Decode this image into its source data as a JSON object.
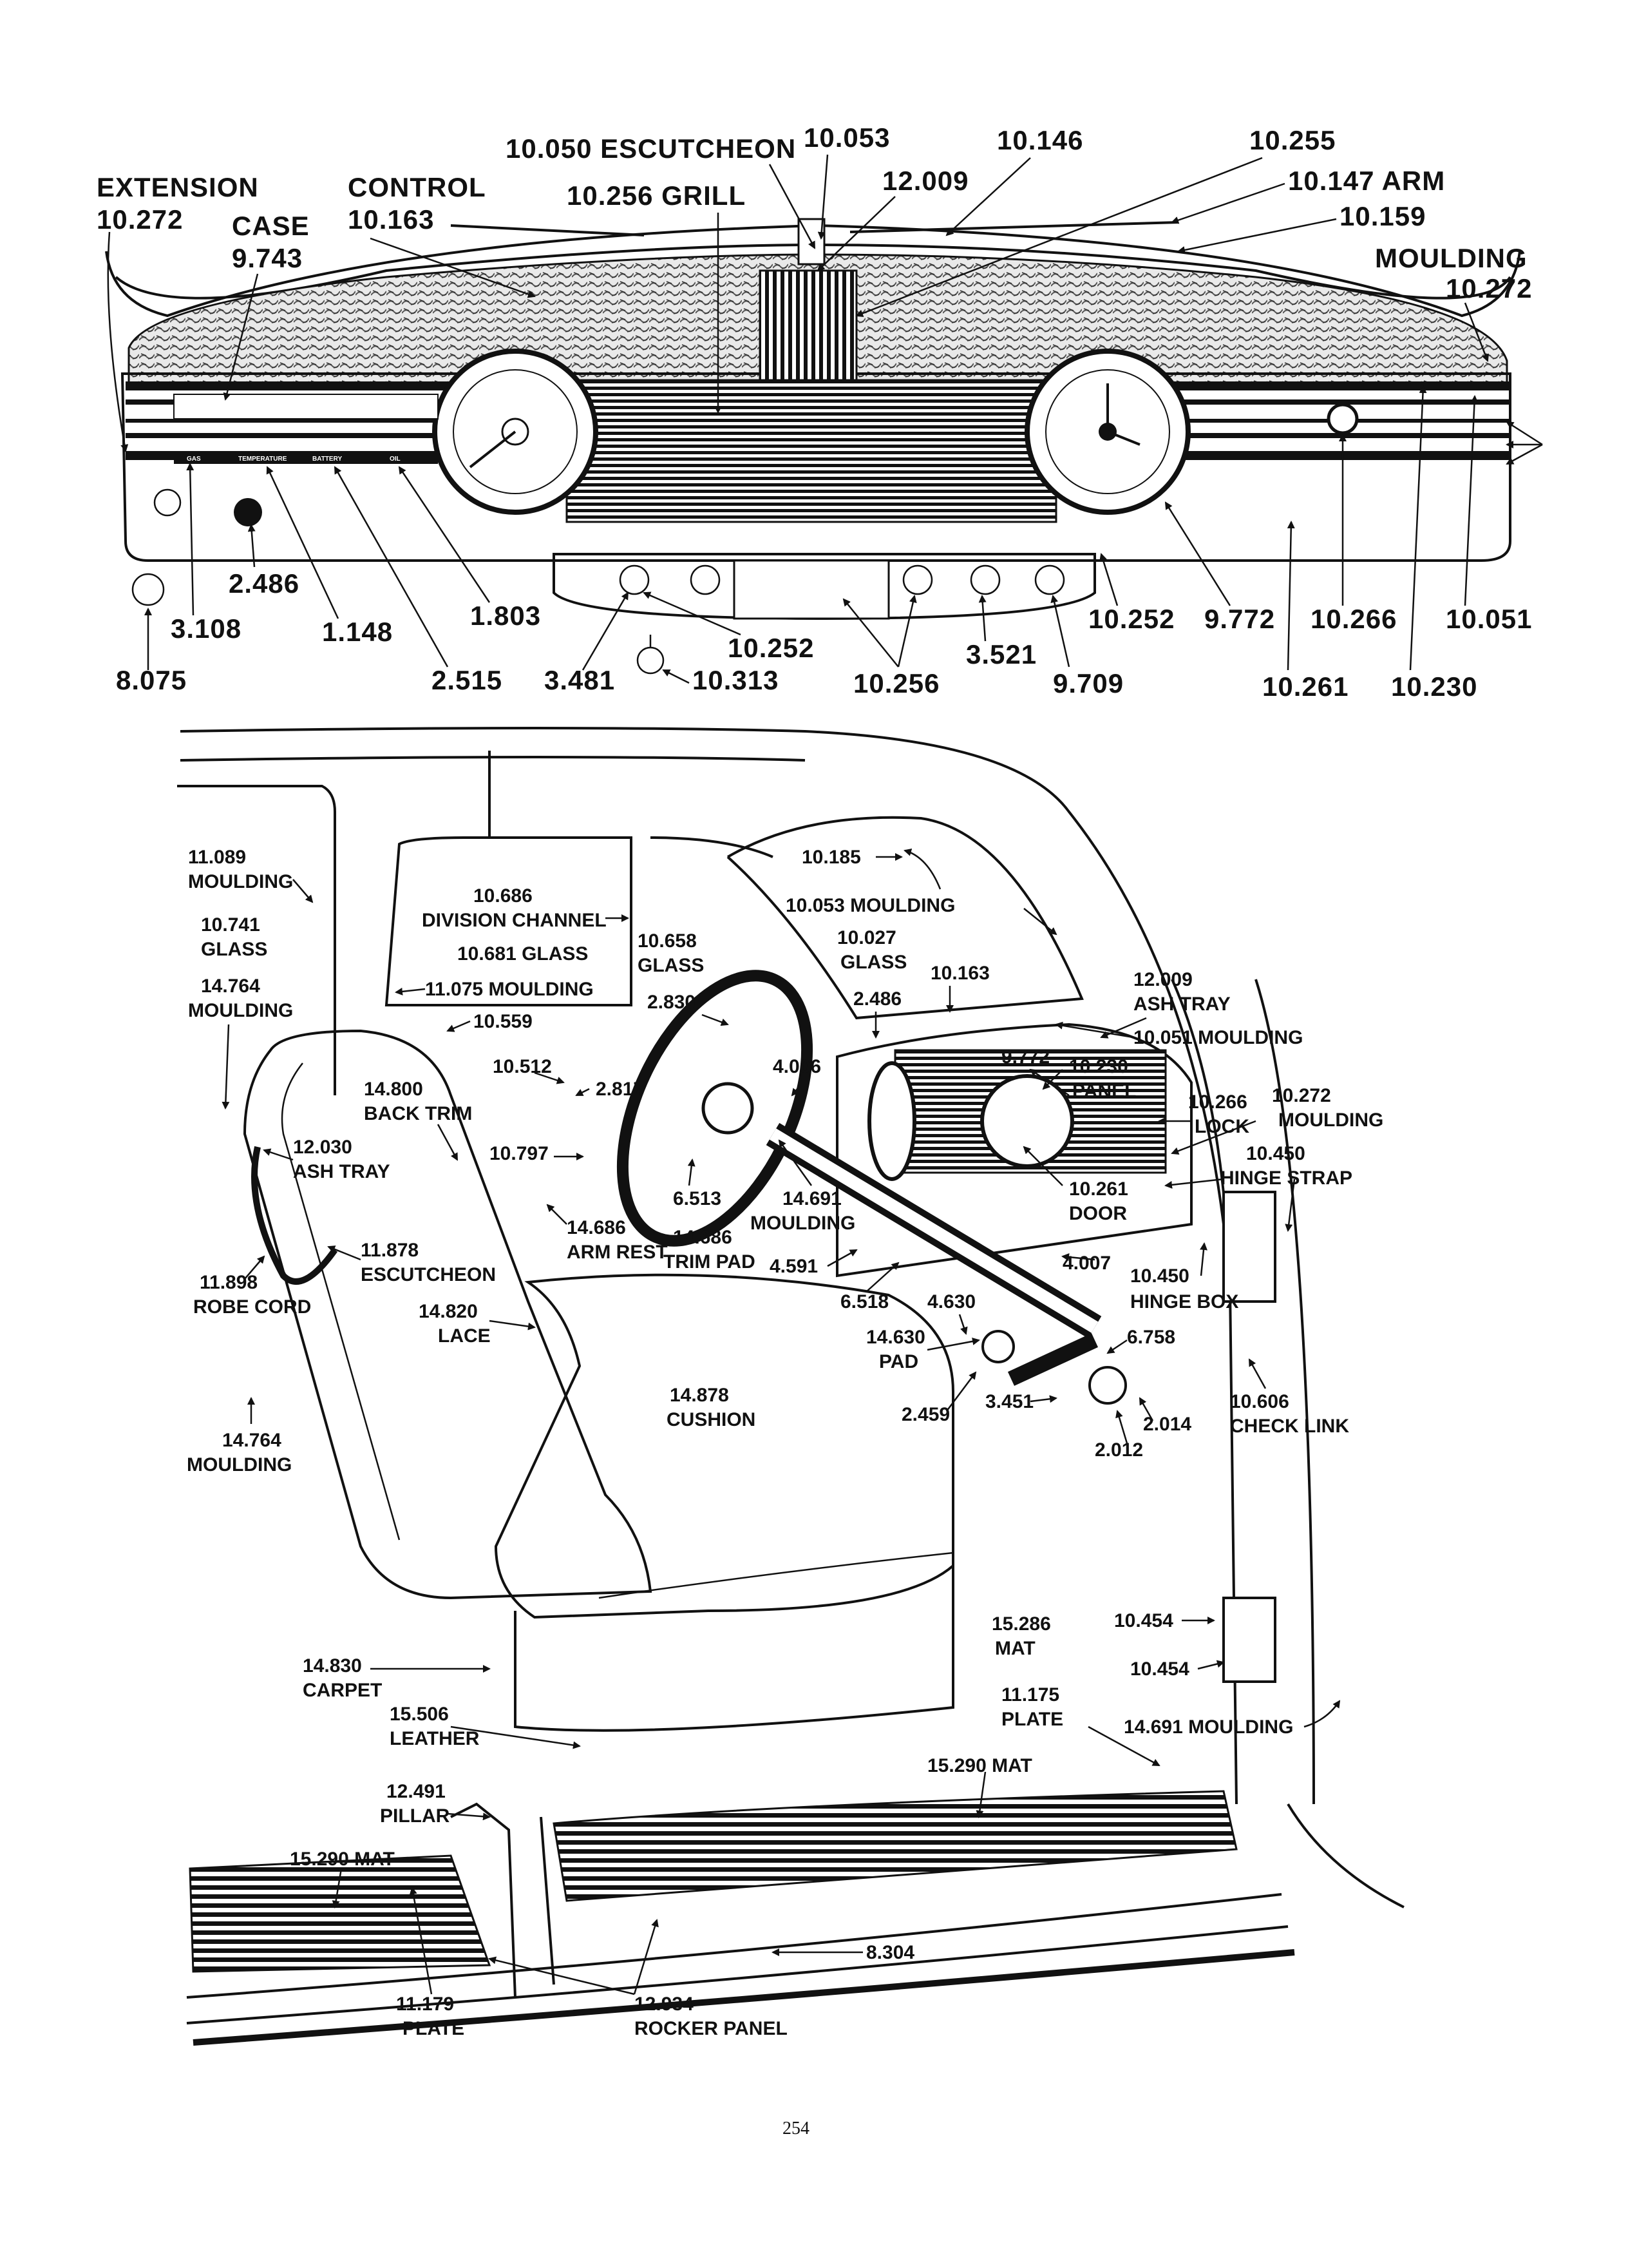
{
  "page_number": "254",
  "dash_callouts": {
    "escutcheon_10050": "10.050 ESCUTCHEON",
    "p10053_top": "10.053",
    "p10146": "10.146",
    "p10255": "10.255",
    "extension_word": "EXTENSION",
    "extension_num": "10.272",
    "control_word": "CONTROL",
    "control_num": "10.163",
    "grill": "10.256 GRILL",
    "p12009_top": "12.009",
    "arm": "10.147 ARM",
    "p10159": "10.159",
    "case_word": "CASE",
    "case_num": "9.743",
    "moulding_word": "MOULDING",
    "moulding_num": "10.272",
    "p2486": "2.486",
    "p3108": "3.108",
    "p1148": "1.148",
    "p1803": "1.803",
    "p2515": "2.515",
    "p3481": "3.481",
    "p10252a": "10.252",
    "p10313": "10.313",
    "p10256": "10.256",
    "p3521": "3.521",
    "p9709": "9.709",
    "p10252b": "10.252",
    "p9772": "9.772",
    "p10266": "10.266",
    "p10051": "10.051",
    "p10261": "10.261",
    "p10230": "10.230",
    "p8075": "8.075"
  },
  "gauge_labels": {
    "gas": "GAS",
    "temperature": "TEMPERATURE",
    "battery": "BATTERY",
    "oil": "OIL"
  },
  "body_callouts": {
    "c11089": "11.089",
    "c11089_t": "MOULDING",
    "c10741": "10.741",
    "c10741_t": "GLASS",
    "c14764a": "14.764",
    "c14764a_t": "MOULDING",
    "c10686": "10.686",
    "c10686_t": "DIVISION CHANNEL",
    "c10681": "10.681 GLASS",
    "c10658": "10.658",
    "c10658_t": "GLASS",
    "c11075": "11.075 MOULDING",
    "c10559": "10.559",
    "c2830": "2.830",
    "c10185": "10.185",
    "c10053": "10.053 MOULDING",
    "c10027": "10.027",
    "c10027_t": "GLASS",
    "c10163": "10.163",
    "c2486": "2.486",
    "c12009": "12.009",
    "c12009_t": "ASH TRAY",
    "c10051": "10.051 MOULDING",
    "c9772": "9.772",
    "c10230": "10.230",
    "c10230_t": "PANEL",
    "c10266": "10.266",
    "c10266_t": "LOCK",
    "c10272": "10.272",
    "c10272_t": "MOULDING",
    "c10450a": "10.450",
    "c10450a_t": "HINGE STRAP",
    "c10512": "10.512",
    "c2817": "2.817",
    "c4006": "4.006",
    "c14800": "14.800",
    "c14800_t": "BACK TRIM",
    "c12030": "12.030",
    "c12030_t": "ASH TRAY",
    "c10797": "10.797",
    "c6513": "6.513",
    "c14691a": "14.691",
    "c14691a_t": "MOULDING",
    "c10261": "10.261",
    "c10261_t": "DOOR",
    "c14686a": "14.686",
    "c14686a_t": "ARM REST",
    "c14686b": "14.686",
    "c14686b_t": "TRIM PAD",
    "c11878": "11.878",
    "c11878_t": "ESCUTCHEON",
    "c11898": "11.898",
    "c11898_t": "ROBE CORD",
    "c4591": "4.591",
    "c6518": "6.518",
    "c4007": "4.007",
    "c10450b": "10.450",
    "c10450b_t": "HINGE BOX",
    "c4630": "4.630",
    "c14630": "14.630",
    "c14630_t": "PAD",
    "c6758": "6.758",
    "c14820": "14.820",
    "c14820_t": "LACE",
    "c14878": "14.878",
    "c14878_t": "CUSHION",
    "c2459": "2.459",
    "c3451": "3.451",
    "c2014": "2.014",
    "c2012": "2.012",
    "c10606": "10.606",
    "c10606_t": "CHECK LINK",
    "c14764b": "14.764",
    "c14764b_t": "MOULDING",
    "c15286": "15.286",
    "c15286_t": "MAT",
    "c10454a": "10.454",
    "c10454b": "10.454",
    "c14830": "14.830",
    "c14830_t": "CARPET",
    "c11175": "11.175",
    "c11175_t": "PLATE",
    "c15506": "15.506",
    "c15506_t": "LEATHER",
    "c14691b": "14.691 MOULDING",
    "c15290a": "15.290 MAT",
    "c12491": "12.491",
    "c12491_t": "PILLAR",
    "c15290b": "15.290 MAT",
    "c8304": "8.304",
    "c11179": "11.179",
    "c11179_t": "PLATE",
    "c12934": "12.934",
    "c12934_t": "ROCKER PANEL"
  }
}
